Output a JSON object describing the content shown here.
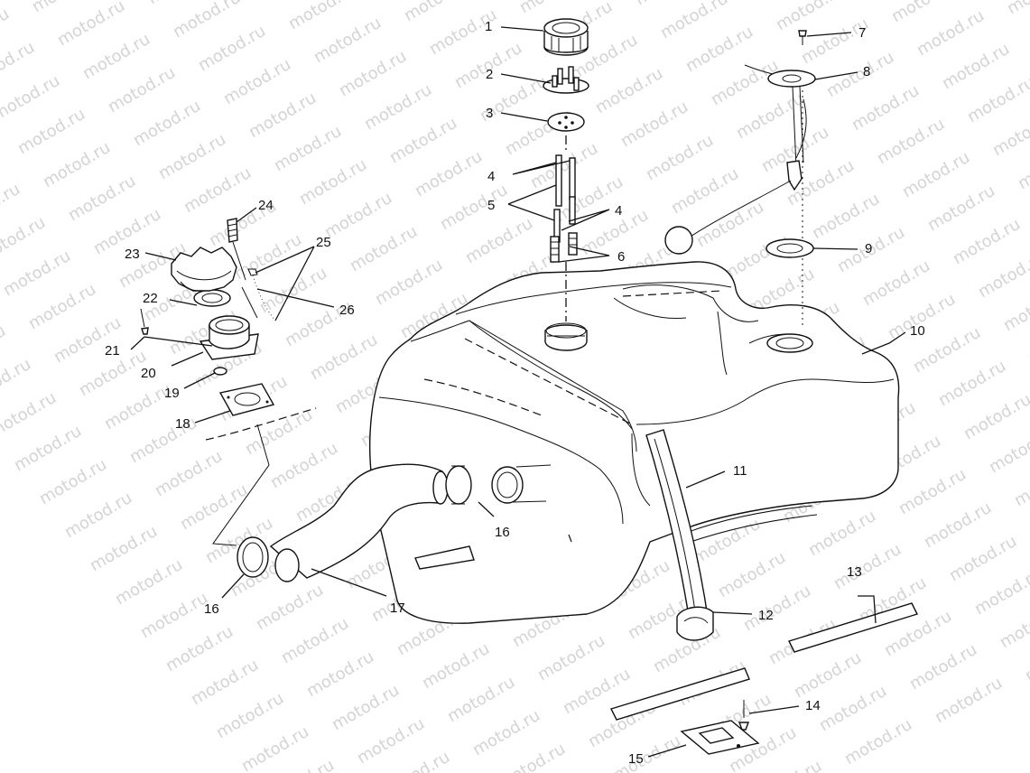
{
  "watermark": "motod.ru",
  "callouts": [
    {
      "n": "1",
      "part": "fuel-cap"
    },
    {
      "n": "2",
      "part": "fuel-pickup-fitting"
    },
    {
      "n": "3",
      "part": "gasket"
    },
    {
      "n": "4",
      "part": "tube"
    },
    {
      "n": "5",
      "part": "tube"
    },
    {
      "n": "4",
      "part": "tube"
    },
    {
      "n": "6",
      "part": "filter"
    },
    {
      "n": "7",
      "part": "screw"
    },
    {
      "n": "8",
      "part": "fuel-gauge-sender"
    },
    {
      "n": "9",
      "part": "gasket"
    },
    {
      "n": "10",
      "part": "fuel-tank"
    },
    {
      "n": "11",
      "part": "strap"
    },
    {
      "n": "12",
      "part": "strap-buckle"
    },
    {
      "n": "13",
      "part": "pad"
    },
    {
      "n": "14",
      "part": "screw"
    },
    {
      "n": "15",
      "part": "bracket"
    },
    {
      "n": "16",
      "part": "clamp"
    },
    {
      "n": "16",
      "part": "clamp"
    },
    {
      "n": "17",
      "part": "filler-hose"
    },
    {
      "n": "18",
      "part": "gasket"
    },
    {
      "n": "19",
      "part": "washer"
    },
    {
      "n": "20",
      "part": "filler-neck"
    },
    {
      "n": "21",
      "part": "screw"
    },
    {
      "n": "22",
      "part": "seal"
    },
    {
      "n": "23",
      "part": "filler-cap"
    },
    {
      "n": "24",
      "part": "vent-fitting"
    },
    {
      "n": "25",
      "part": "chain"
    },
    {
      "n": "26",
      "part": "tether"
    }
  ]
}
